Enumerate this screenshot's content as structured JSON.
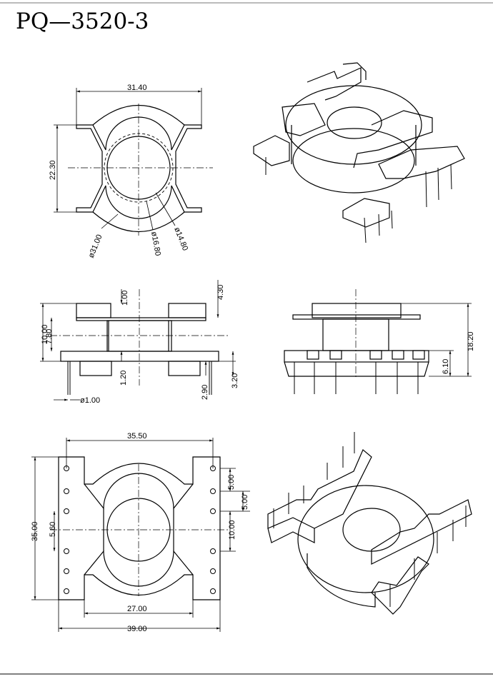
{
  "title": "PQ—3520-3",
  "dimensions": {
    "top_width": "31.40",
    "top_height": "22.30",
    "dia_31": "ø31.00",
    "dia_16": "ø16.80",
    "dia_14": "ø14.80",
    "side_1_00": "1.00",
    "side_4_30": "4.30",
    "side_10_00": "10.00",
    "side_7_80": "7.80",
    "side_1_20": "1.20",
    "side_2_90": "2.90",
    "side_3_20": "3.20",
    "pin_dia": "ø1.00",
    "front_18_20": "18.20",
    "front_6_10": "6.10",
    "bottom_35_50": "35.50",
    "bottom_35_00": "35.00",
    "bottom_5_60": "5.60",
    "bottom_5_00_a": "5.00",
    "bottom_5_00_b": "5.00",
    "bottom_10_00": "10.00",
    "bottom_27_00": "27.00",
    "bottom_39_00": "39.00"
  }
}
